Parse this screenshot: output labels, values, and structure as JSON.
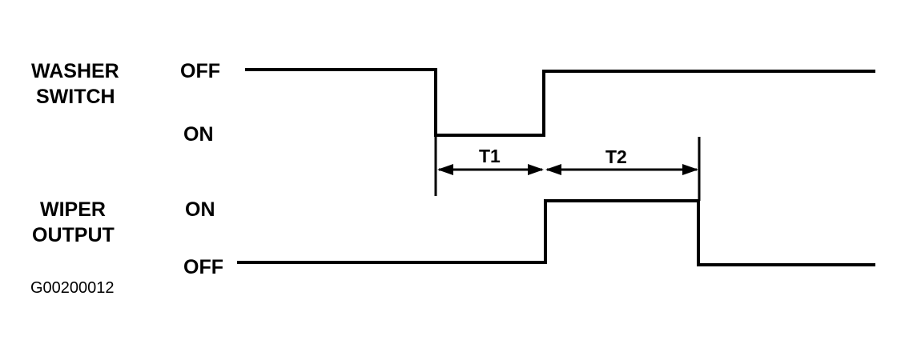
{
  "signals": {
    "washer_switch": {
      "name_line1": "WASHER",
      "name_line2": "SWITCH",
      "state_high": "OFF",
      "state_low": "ON"
    },
    "wiper_output": {
      "name_line1": "WIPER",
      "name_line2": "OUTPUT",
      "state_high": "ON",
      "state_low": "OFF"
    }
  },
  "intervals": {
    "t1": "T1",
    "t2": "T2"
  },
  "figure_code": "G00200012"
}
